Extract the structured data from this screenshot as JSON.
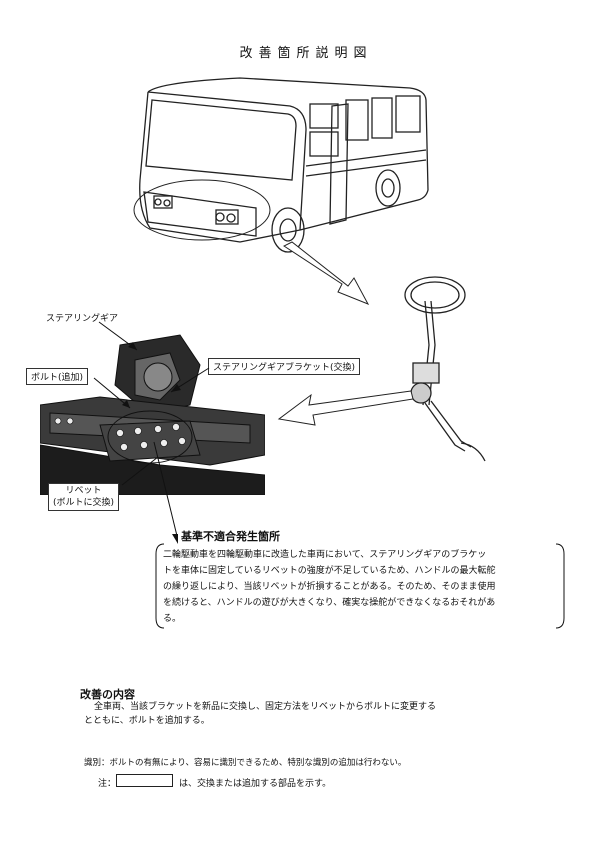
{
  "title": "改善箇所説明図",
  "labels": {
    "steering_gear": "ステアリングギア",
    "bracket": "ステアリングギアブラケット(交換)",
    "bolt_added": "ボルト(追加)",
    "rivet_line1": "リベット",
    "rivet_line2": "(ボルトに交換)"
  },
  "defect": {
    "title": "基準不適合発生箇所",
    "lines": [
      "二輪駆動車を四輪駆動車に改造した車両において、ステアリングギアのブラケッ",
      "トを車体に固定しているリベットの強度が不足しているため、ハンドルの最大転舵",
      "の繰り返しにより、当該リベットが折損することがある。そのため、そのまま使用",
      "を続けると、ハンドルの遊びが大きくなり、確実な操舵ができなくなるおそれがあ",
      "る。"
    ]
  },
  "improvement": {
    "title": "改善の内容",
    "line1": "全車両、当該ブラケットを新品に交換し、固定方法をリベットからボルトに変更する",
    "line2": "とともに、ボルトを追加する。"
  },
  "identification": "識別：ボルトの有無により、容易に識別できるため、特別な識別の追加は行わない。",
  "note": {
    "prefix": "注：",
    "text": "は、交換または追加する部品を示す。"
  }
}
